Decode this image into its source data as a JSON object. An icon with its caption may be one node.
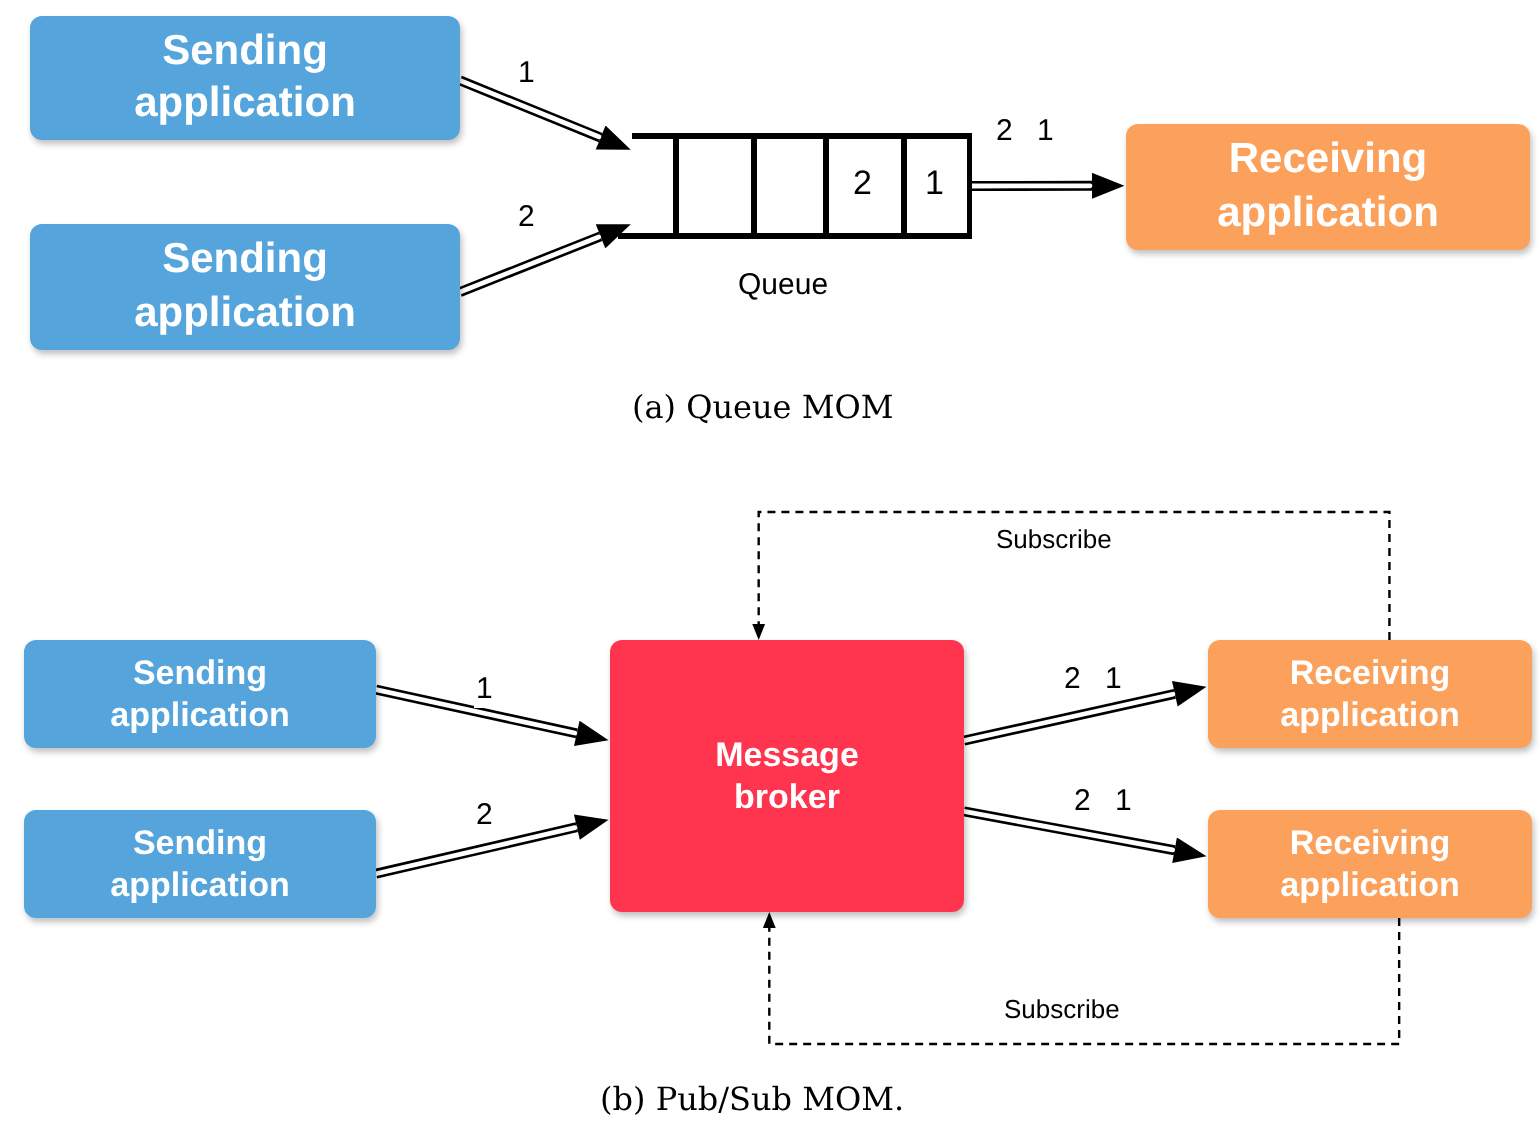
{
  "diagram": {
    "nodes": [
      {
        "text": [
          "Sending application"
        ]
      },
      {
        "text": [
          "Sending application"
        ]
      },
      {
        "text": [
          "2",
          "1"
        ],
        "beside": [
          "Queue"
        ]
      },
      {
        "text": [
          "Receiving application"
        ]
      },
      {
        "text": [
          "Sending application"
        ]
      },
      {
        "text": [
          "Sending application"
        ]
      },
      {
        "text": [
          "Message broker"
        ]
      },
      {
        "text": [
          "Receiving application"
        ]
      },
      {
        "text": [
          "Receiving application"
        ]
      }
    ],
    "edges": [
      {
        "from": 0,
        "to": 2,
        "arrow": "to",
        "label": "1"
      },
      {
        "from": 1,
        "to": 2,
        "arrow": "to",
        "label": "2"
      },
      {
        "from": 2,
        "to": 3,
        "arrow": "to",
        "label": "2 1"
      },
      {
        "from": 4,
        "to": 6,
        "arrow": "to",
        "label": "1"
      },
      {
        "from": 5,
        "to": 6,
        "arrow": "to",
        "label": "2"
      },
      {
        "from": 6,
        "to": 7,
        "arrow": "to",
        "label": "2 1"
      },
      {
        "from": 6,
        "to": 8,
        "arrow": "to",
        "label": "2 1"
      },
      {
        "from": 7,
        "to": 6,
        "arrow": "to",
        "label": "Subscribe",
        "style": "dashed"
      },
      {
        "from": 8,
        "to": 6,
        "arrow": "to",
        "label": "Subscribe",
        "style": "dashed"
      }
    ],
    "labels": [
      "(a) Queue MOM",
      "(b) Pub/Sub MOM."
    ]
  }
}
